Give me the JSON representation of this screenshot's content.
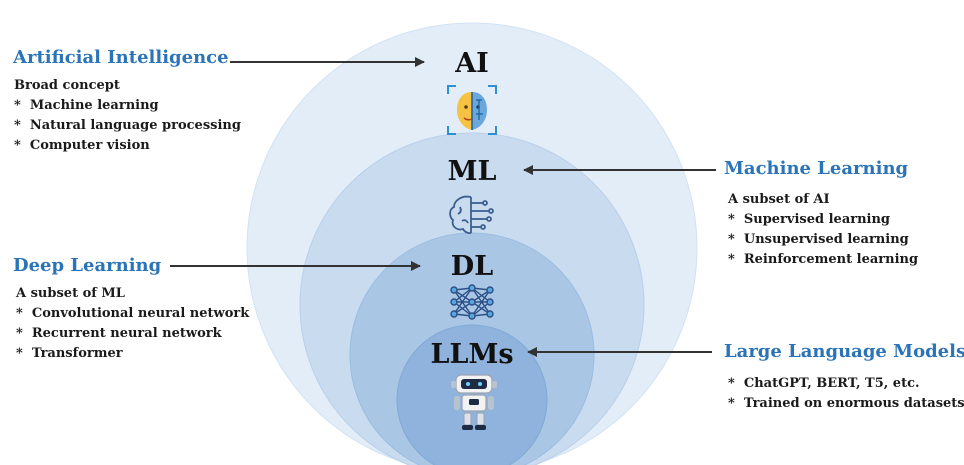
{
  "circles": {
    "ai": {
      "label": "AI",
      "icon": "ai-face-icon"
    },
    "ml": {
      "label": "ML",
      "icon": "brain-network-icon"
    },
    "dl": {
      "label": "DL",
      "icon": "neural-network-icon"
    },
    "llm": {
      "label": "LLMs",
      "icon": "robot-icon"
    }
  },
  "sections": {
    "ai": {
      "title": "Artificial Intelligence",
      "intro": "Broad concept",
      "items": [
        "Machine learning",
        "Natural language processing",
        "Computer vision"
      ]
    },
    "ml": {
      "title": "Machine Learning",
      "intro": "A subset of AI",
      "items": [
        "Supervised learning",
        "Unsupervised learning",
        "Reinforcement learning"
      ]
    },
    "dl": {
      "title": "Deep Learning",
      "intro": "A subset of ML",
      "items": [
        "Convolutional neural network",
        "Recurrent neural network",
        "Transformer"
      ]
    },
    "llm": {
      "title": "Large Language Models",
      "intro": "",
      "items": [
        "ChatGPT, BERT, T5, etc.",
        "Trained on enormous datasets"
      ]
    }
  },
  "colors": {
    "title": "#2b74b8",
    "circle_ai": "#e3edf8",
    "circle_ml": "#c8dbef",
    "circle_dl": "#a9c6e5",
    "circle_llm": "#8fb3dc",
    "arrow": "#333333"
  }
}
